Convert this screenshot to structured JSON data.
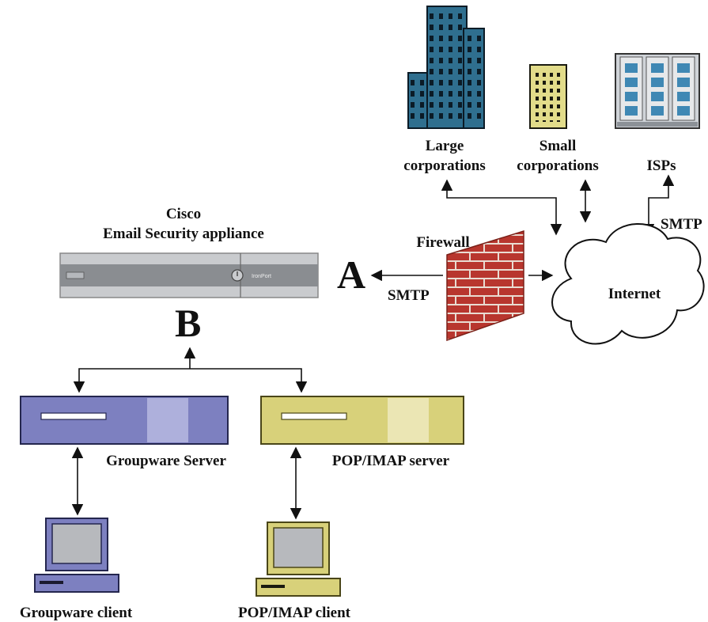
{
  "labels": {
    "large_corporations_line1": "Large",
    "large_corporations_line2": "corporations",
    "small_corporations_line1": "Small",
    "small_corporations_line2": "corporations",
    "isps": "ISPs",
    "cisco_line1": "Cisco",
    "cisco_line2": "Email Security appliance",
    "firewall": "Firewall",
    "internet": "Internet",
    "smtp_left": "SMTP",
    "smtp_right": "SMTP",
    "marker_a": "A",
    "marker_b": "B",
    "groupware_server": "Groupware Server",
    "pop_imap_server": "POP/IMAP server",
    "groupware_client": "Groupware client",
    "pop_imap_client": "POP/IMAP client",
    "appliance_brand": "IronPort"
  },
  "colors": {
    "building_blue": "#2f6f8f",
    "building_tan": "#e2dc8a",
    "isp_gray": "#cfd3d8",
    "groupware_purple": "#7d80c0",
    "pop_yellow": "#d8d17a",
    "firewall_brick": "#b8362e"
  }
}
